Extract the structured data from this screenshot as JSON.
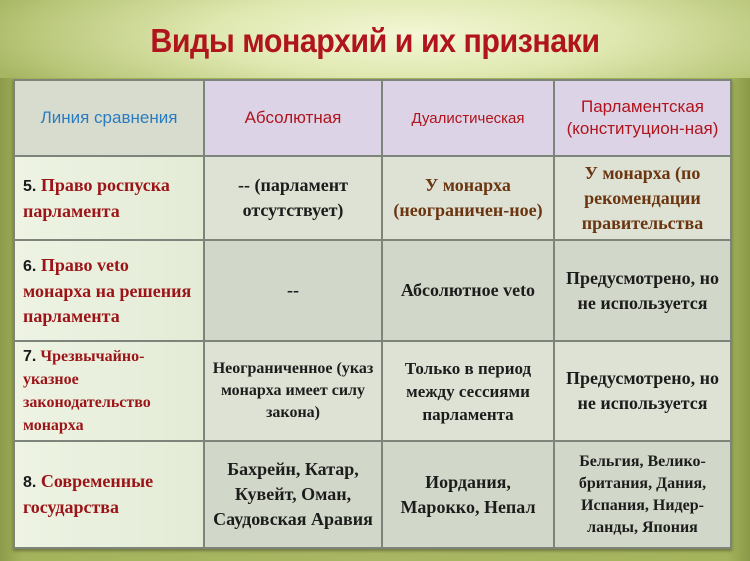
{
  "title": "Виды монархий и их признаки",
  "table": {
    "headers": [
      {
        "label": "Линия сравнения"
      },
      {
        "label": "Абсолютная"
      },
      {
        "label": "Дуалистическая"
      },
      {
        "label": "Парламентская (конституцион-ная)"
      }
    ],
    "rows": [
      {
        "num": "5.",
        "label": "Право роспуска парламента",
        "absolute": "-- (парламент отсутствует)",
        "dualistic": "У монарха (неограничен-ное)",
        "parliamentary": "У монарха (по рекомендации правительства"
      },
      {
        "num": "6.",
        "label": "Право veto монарха на решения парламента",
        "absolute": "--",
        "dualistic": "Абсолютное veto",
        "parliamentary": "Предусмотрено, но не используется"
      },
      {
        "num": "7.",
        "label": "Чрезвычайно-указное законодательство монарха",
        "absolute": "Неограниченное (указ монарха имеет силу закона)",
        "dualistic": "Только в период между сессиями парламента",
        "parliamentary": "Предусмотрено, но не используется"
      },
      {
        "num": "8.",
        "label": "Современные государства",
        "absolute": "Бахрейн, Катар, Кувейт, Оман, Саудовская Аравия",
        "dualistic": "Иордания, Марокко, Непал",
        "parliamentary": "Бельгия, Велико-британия, Дания, Испания, Нидер-ланды, Япония"
      }
    ]
  },
  "colors": {
    "title": "#b0141c",
    "header_first": "#2a7cc0",
    "header_bg": "#dcd3e6",
    "label_text": "#9b1418",
    "row5_value_text": "#6b3510",
    "background": "#a9b764"
  }
}
